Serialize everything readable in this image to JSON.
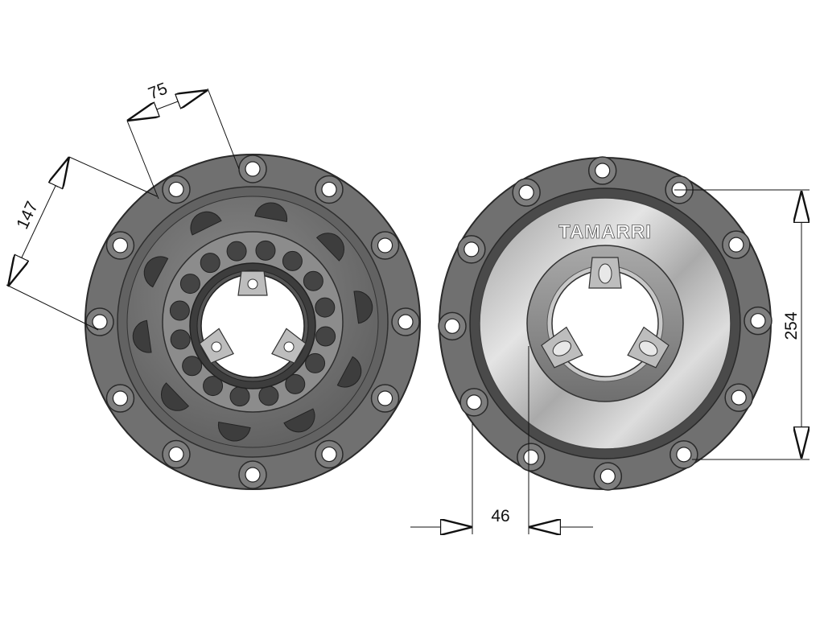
{
  "dimensions": {
    "bolt_spacing": "75",
    "bolt_offset": "147",
    "hub_offset": "46",
    "height": "254"
  },
  "brand": {
    "name": "TAMARRI"
  },
  "colors": {
    "housing_outer": "#707070",
    "housing_ring": "#5e5e5e",
    "housing_inner": "#7c7c7c",
    "dark_metal": "#3d3d3d",
    "light_metal": "#c4c4c4",
    "hub_face": "#8a8a8a",
    "bolt_hole": "#ffffff",
    "line": "#111111"
  }
}
